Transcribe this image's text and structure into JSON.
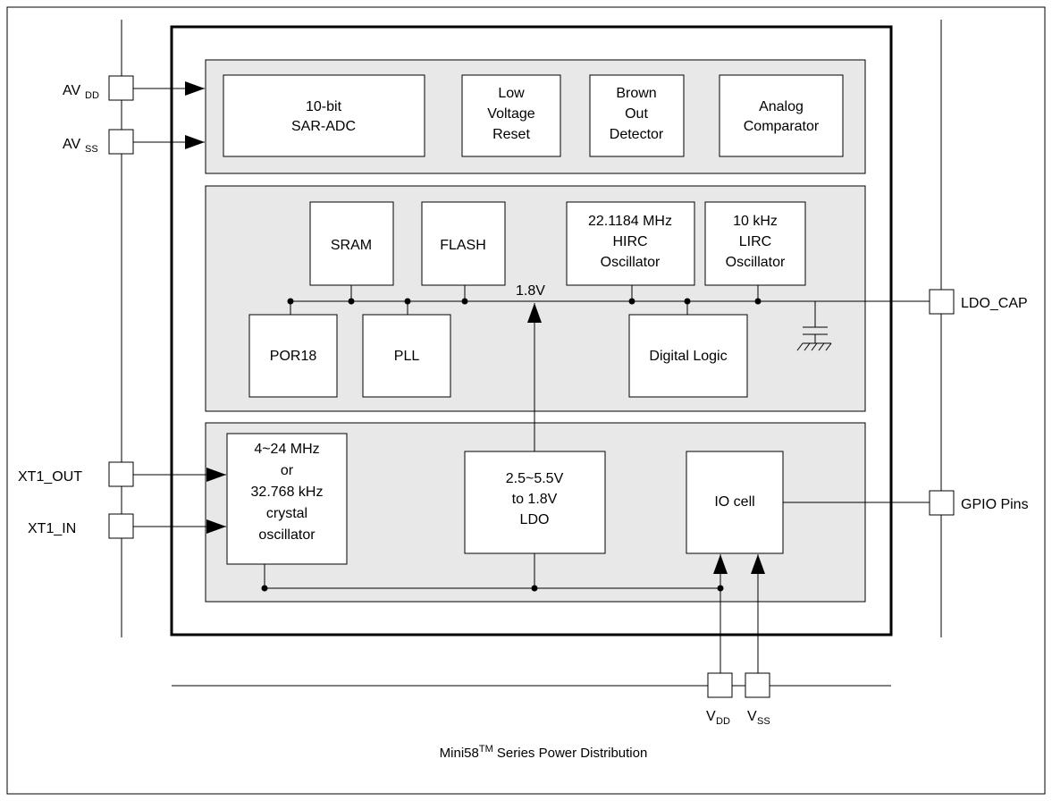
{
  "pins_left": {
    "avdd": {
      "main": "AV",
      "sub": "DD"
    },
    "avss": {
      "main": "AV",
      "sub": "SS"
    },
    "xt1_out": "XT1_OUT",
    "xt1_in": "XT1_IN"
  },
  "pins_right": {
    "ldo_cap": "LDO_CAP",
    "gpio": "GPIO Pins"
  },
  "pins_bottom": {
    "vdd": {
      "main": "V",
      "sub": "DD"
    },
    "vss": {
      "main": "V",
      "sub": "SS"
    }
  },
  "analog_blocks": {
    "adc": [
      "10-bit",
      "SAR-ADC"
    ],
    "lvr": [
      "Low",
      "Voltage",
      "Reset"
    ],
    "bod": [
      "Brown",
      "Out",
      "Detector"
    ],
    "acmp": [
      "Analog",
      "Comparator"
    ]
  },
  "core_blocks": {
    "sram": "SRAM",
    "flash": "FLASH",
    "hirc": [
      "22.1184 MHz",
      "HIRC",
      "Oscillator"
    ],
    "lirc": [
      "10 kHz",
      "LIRC",
      "Oscillator"
    ],
    "por": "POR18",
    "pll": "PLL",
    "digital": "Digital Logic",
    "rail": "1.8V"
  },
  "io_blocks": {
    "crystal": [
      "4~24 MHz",
      "or",
      "32.768 kHz",
      "crystal",
      "oscillator"
    ],
    "ldo": [
      "2.5~5.5V",
      "to 1.8V",
      "LDO"
    ],
    "iocell": "IO cell"
  },
  "caption": {
    "main": "Mini58",
    "sup": "TM",
    "rest": " Series Power Distribution"
  }
}
